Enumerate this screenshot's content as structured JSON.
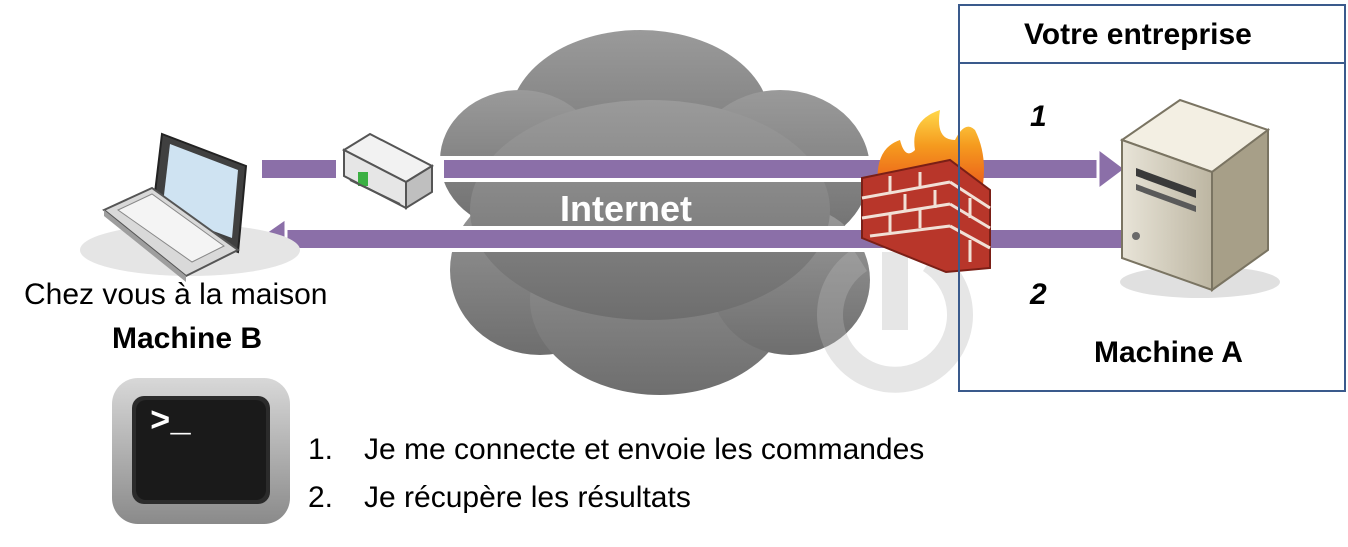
{
  "company": {
    "title": "Votre entreprise"
  },
  "network": {
    "label": "Internet"
  },
  "arrows": {
    "request_number": "1",
    "response_number": "2"
  },
  "home": {
    "location": "Chez vous à la maison",
    "machine": "Machine B"
  },
  "server": {
    "machine": "Machine A"
  },
  "terminal": {
    "prompt": ">_"
  },
  "steps": [
    {
      "number": "1.",
      "text": "Je me connecte et envoie les commandes"
    },
    {
      "number": "2.",
      "text": "Je récupère les résultats"
    }
  ],
  "colors": {
    "arrow": "#8b6fa8",
    "cloud": "#7f7f7f",
    "box_border": "#3a5a8c",
    "brick": "#c0392b"
  }
}
